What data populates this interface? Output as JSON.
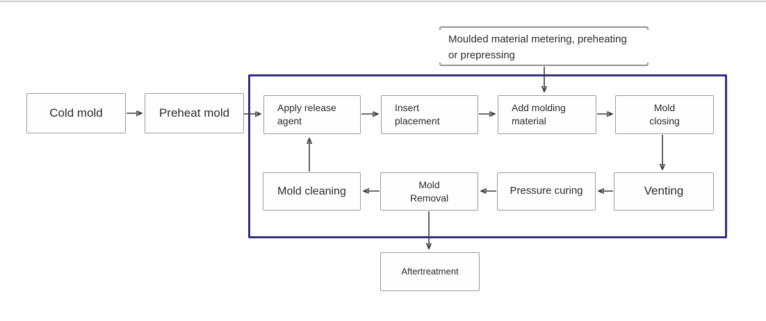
{
  "diagram": {
    "input_note": "Moulded material metering, preheating\nor prepressing",
    "pre_steps": [
      {
        "label": "Cold mold"
      },
      {
        "label": "Preheat mold"
      }
    ],
    "loop_steps": [
      {
        "label": "Apply release\nagent"
      },
      {
        "label": "Insert\nplacement"
      },
      {
        "label": "Add molding\nmaterial"
      },
      {
        "label": "Mold\nclosing"
      },
      {
        "label": "Venting"
      },
      {
        "label": "Pressure curing"
      },
      {
        "label": "Mold\nRemoval"
      },
      {
        "label": "Mold cleaning"
      }
    ],
    "post_step": {
      "label": "Aftertreatment"
    }
  },
  "colors": {
    "background": "#ffffff",
    "top_divider": "#c9c9c9",
    "loop_container_border": "#32307c",
    "box_border": "#9a9a9a",
    "text": "#2b2b2b",
    "arrow": "#3a3a3a",
    "bracket": "#8f8f8f"
  }
}
